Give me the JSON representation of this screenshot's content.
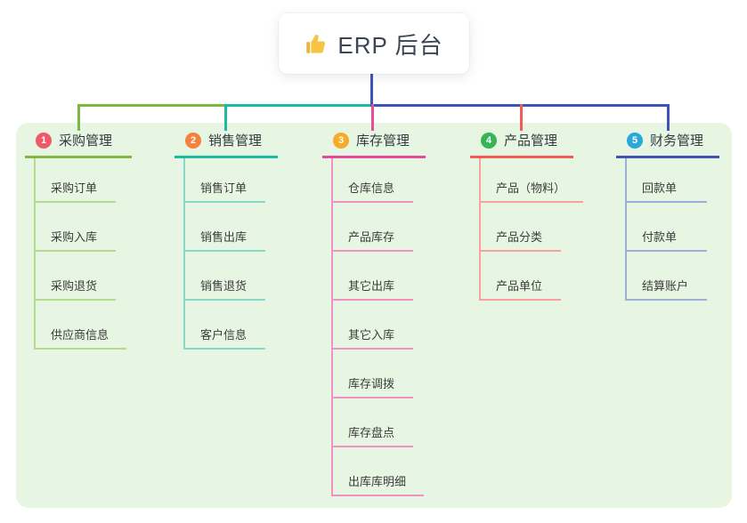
{
  "root": {
    "label": "ERP 后台",
    "icon": "thumbs-up-icon",
    "icon_color": "#f6c445"
  },
  "panel": {
    "background": "#e7f6e2"
  },
  "connectors": {
    "trunk_color": "#4053b8",
    "bus_left_color": "#7cb93f",
    "bus_mid_color": "#16bda2",
    "bus_right_color": "#4053b8"
  },
  "branches": [
    {
      "number": "1",
      "title": "采购管理",
      "badge_color": "#f05a68",
      "line_color": "#7cb93f",
      "child_line_color": "#b5db8d",
      "drop_color": "#7cb93f",
      "children": [
        "采购订单",
        "采购入库",
        "采购退货",
        "供应商信息"
      ]
    },
    {
      "number": "2",
      "title": "销售管理",
      "badge_color": "#f5813c",
      "line_color": "#16bda2",
      "child_line_color": "#84d9c7",
      "drop_color": "#16bda2",
      "children": [
        "销售订单",
        "销售出库",
        "销售退货",
        "客户信息"
      ]
    },
    {
      "number": "3",
      "title": "库存管理",
      "badge_color": "#f7ac28",
      "line_color": "#e84a9d",
      "child_line_color": "#f092c2",
      "drop_color": "#e84a9d",
      "children": [
        "仓库信息",
        "产品库存",
        "其它出库",
        "其它入库",
        "库存调拨",
        "库存盘点",
        "出库库明细"
      ]
    },
    {
      "number": "4",
      "title": "产品管理",
      "badge_color": "#35b558",
      "line_color": "#f45b52",
      "child_line_color": "#f8a29c",
      "drop_color": "#f45b52",
      "children": [
        "产品（物料）",
        "产品分类",
        "产品单位"
      ]
    },
    {
      "number": "5",
      "title": "财务管理",
      "badge_color": "#2aa7db",
      "line_color": "#4053b8",
      "child_line_color": "#9fafdc",
      "drop_color": "#4053b8",
      "children": [
        "回款单",
        "付款单",
        "结算账户"
      ]
    }
  ]
}
